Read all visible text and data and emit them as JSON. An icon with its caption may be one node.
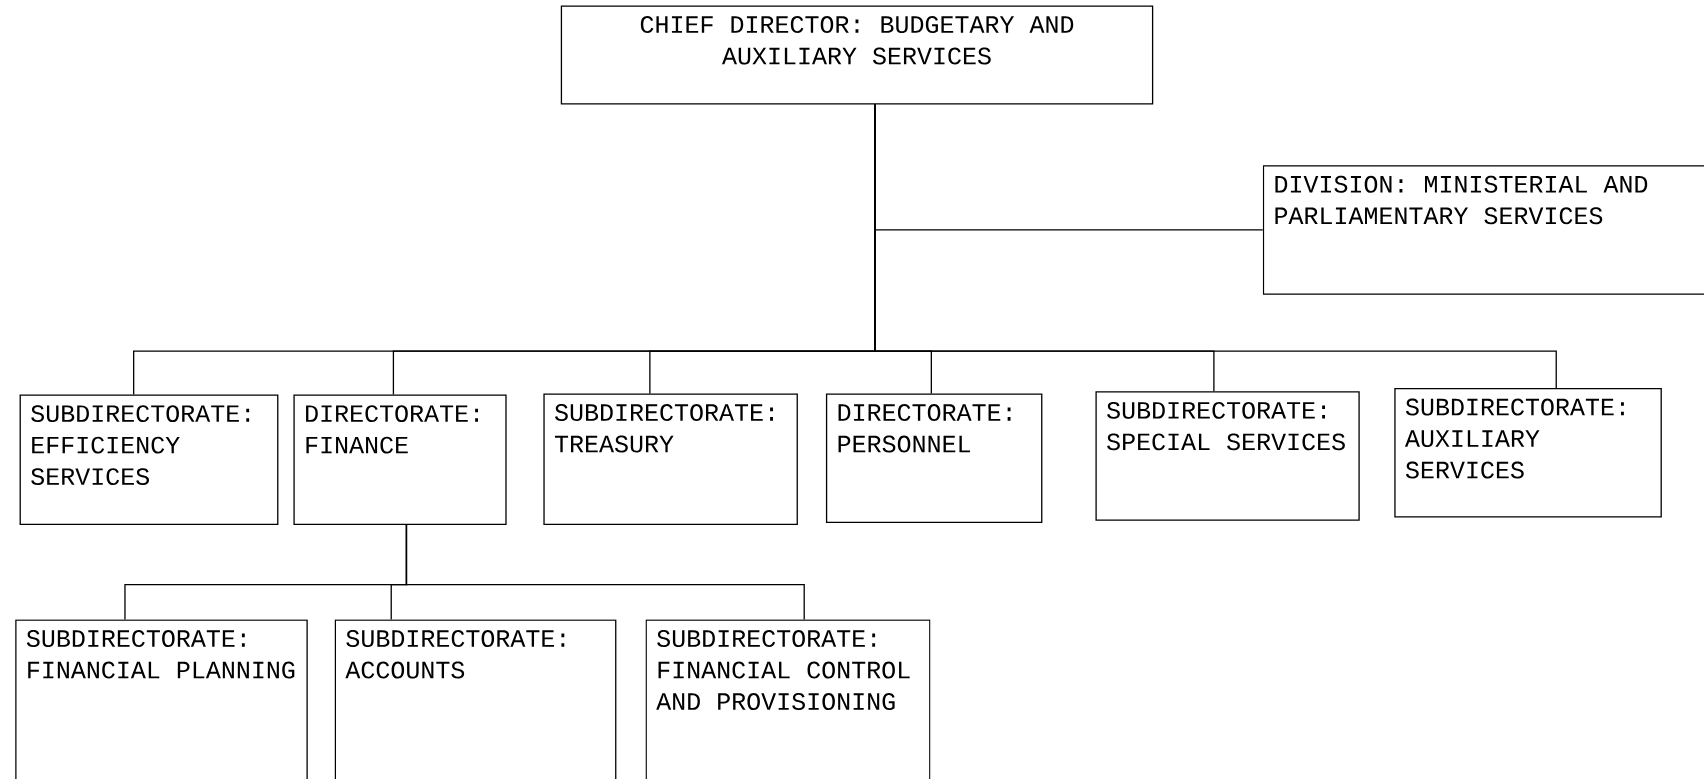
{
  "diagram": {
    "nodes": [
      {
        "text": [
          "CHIEF DIRECTOR: BUDGETARY AND AUXILIARY SERVICES"
        ]
      },
      {
        "text": [
          "DIVISION: MINISTERIAL AND PARLIAMENTARY SERVICES"
        ]
      },
      {
        "text": [
          "SUBDIRECTORATE: EFFICIENCY SERVICES"
        ]
      },
      {
        "text": [
          "DIRECTORATE: FINANCE"
        ]
      },
      {
        "text": [
          "SUBDIRECTORATE: TREASURY"
        ]
      },
      {
        "text": [
          "DIRECTORATE: PERSONNEL"
        ]
      },
      {
        "text": [
          "SUBDIRECTORATE: SPECIAL SERVICES"
        ]
      },
      {
        "text": [
          "SUBDIRECTORATE: AUXILIARY SERVICES"
        ]
      },
      {
        "text": [
          "SUBDIRECTORATE: FINANCIAL PLANNING"
        ]
      },
      {
        "text": [
          "SUBDIRECTORATE: ACCOUNTS"
        ]
      },
      {
        "text": [
          "SUBDIRECTORATE: FINANCIAL CONTROL AND PROVISIONING"
        ]
      }
    ],
    "edges": [
      {
        "from": 0,
        "to": 1,
        "arrow": "none"
      },
      {
        "from": 0,
        "to": 2,
        "arrow": "none"
      },
      {
        "from": 0,
        "to": 3,
        "arrow": "none"
      },
      {
        "from": 0,
        "to": 4,
        "arrow": "none"
      },
      {
        "from": 0,
        "to": 5,
        "arrow": "none"
      },
      {
        "from": 0,
        "to": 6,
        "arrow": "none"
      },
      {
        "from": 0,
        "to": 7,
        "arrow": "none"
      },
      {
        "from": 3,
        "to": 8,
        "arrow": "none"
      },
      {
        "from": 3,
        "to": 9,
        "arrow": "none"
      },
      {
        "from": 3,
        "to": 10,
        "arrow": "none"
      }
    ]
  }
}
